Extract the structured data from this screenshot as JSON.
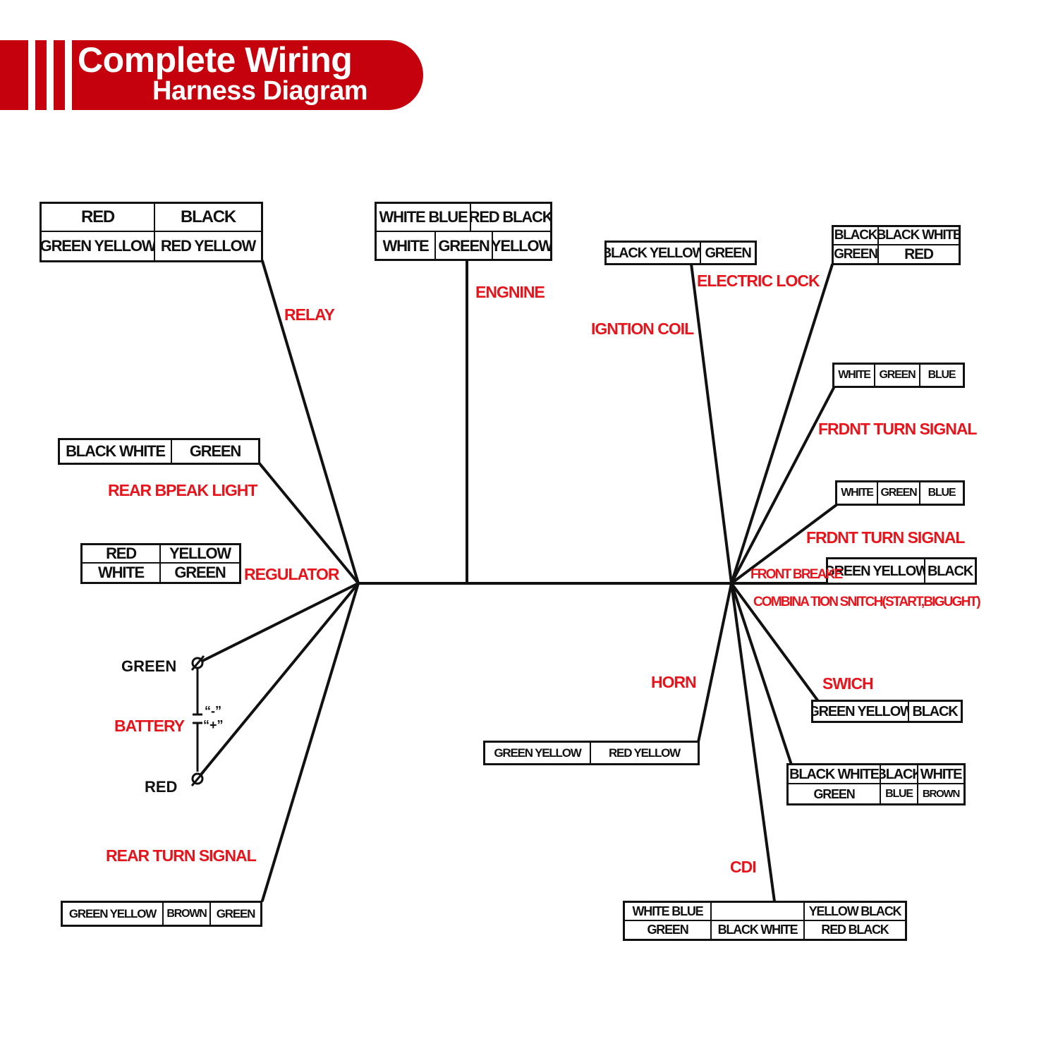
{
  "title": {
    "line1": "Complete Wiring",
    "line2": "Harness Diagram"
  },
  "colors": {
    "accent": "#c5010d",
    "label": "#e8141c",
    "wire": "#111111"
  },
  "labels": {
    "relay": "RELAY",
    "engine": "ENGNINE",
    "ignition_coil": "IGNTION COIL",
    "electric_lock": "ELECTRIC LOCK",
    "front_turn_signal_1": "FRDNT TURN SIGNAL",
    "front_turn_signal_2": "FRDNT TURN SIGNAL",
    "rear_break_light": "REAR BPEAK LIGHT",
    "regulator": "REGULATOR",
    "front_brake": "FRONT BREAKE",
    "combination_switch": "COMBINA TION SNITCH(START,BIGUGHT)",
    "battery": "BATTERY",
    "horn": "HORN",
    "switch": "SWICH",
    "rear_turn_signal": "REAR TURN SIGNAL",
    "cdi": "CDI"
  },
  "battery": {
    "terminal_top": "GREEN",
    "terminal_bottom": "RED",
    "minus": "“-”",
    "plus": "“+”"
  },
  "connectors": {
    "relay": [
      [
        "RED",
        "BLACK"
      ],
      [
        "GREEN YELLOW",
        "RED YELLOW"
      ]
    ],
    "engine_top": [
      "WHITE BLUE",
      "RED BLACK"
    ],
    "engine_bottom": [
      "WHITE",
      "GREEN",
      "YELLOW"
    ],
    "ignition_coil": [
      "BLACK YELLOW",
      "GREEN"
    ],
    "electric_lock": [
      [
        "BLACK",
        "BLACK WHITE"
      ],
      [
        "GREEN",
        "RED"
      ]
    ],
    "front_turn_signal_1": [
      "WHITE",
      "GREEN",
      "BLUE"
    ],
    "front_turn_signal_2": [
      "WHITE",
      "GREEN",
      "BLUE"
    ],
    "rear_break_light": [
      "BLACK WHITE",
      "GREEN"
    ],
    "regulator": [
      [
        "RED",
        "YELLOW"
      ],
      [
        "WHITE",
        "GREEN"
      ]
    ],
    "front_brake": [
      "GREEN YELLOW",
      "BLACK"
    ],
    "switch": [
      "GREEN YELLOW",
      "BLACK"
    ],
    "horn": [
      "GREEN YELLOW",
      "RED YELLOW"
    ],
    "combination_switch": [
      [
        "BLACK WHITE",
        "BLACK",
        "WHITE"
      ],
      [
        "GREEN",
        "BLUE",
        "BROWN"
      ]
    ],
    "rear_turn_signal": [
      "GREEN YELLOW",
      "BROWN",
      "GREEN"
    ],
    "cdi": [
      [
        "WHITE BLUE",
        "",
        "YELLOW BLACK"
      ],
      [
        "GREEN",
        "BLACK WHITE",
        "RED BLACK"
      ]
    ]
  }
}
